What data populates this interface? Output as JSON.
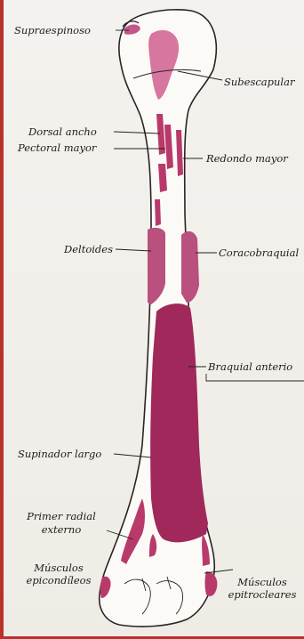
{
  "colors": {
    "bone_fill": "#fbfaf7",
    "bone_outline": "#2a2424",
    "muscle_insertion": "#b83a6b",
    "muscle_dark": "#8e1f4c",
    "frame": "#b8322c",
    "leader_line": "#222222"
  },
  "labels": {
    "supraespinoso": "Supraespinoso",
    "subescapular": "Subescapular",
    "dorsal_ancho": "Dorsal ancho",
    "pectoral_mayor": "Pectoral mayor",
    "redondo_mayor": "Redondo mayor",
    "deltoides": "Deltoides",
    "coracobraquial": "Coracobraquial",
    "braquial_anterior": "Braquial anterio",
    "supinador_largo": "Supinador largo",
    "primer_radial_line1": "Primer radial",
    "primer_radial_line2": "externo",
    "musculos_epicondileos_line1": "Músculos",
    "musculos_epicondileos_line2": "epicondíleos",
    "musculos_epitrocleares_line1": "Músculos",
    "musculos_epitrocleares_line2": "epitrocleares"
  }
}
